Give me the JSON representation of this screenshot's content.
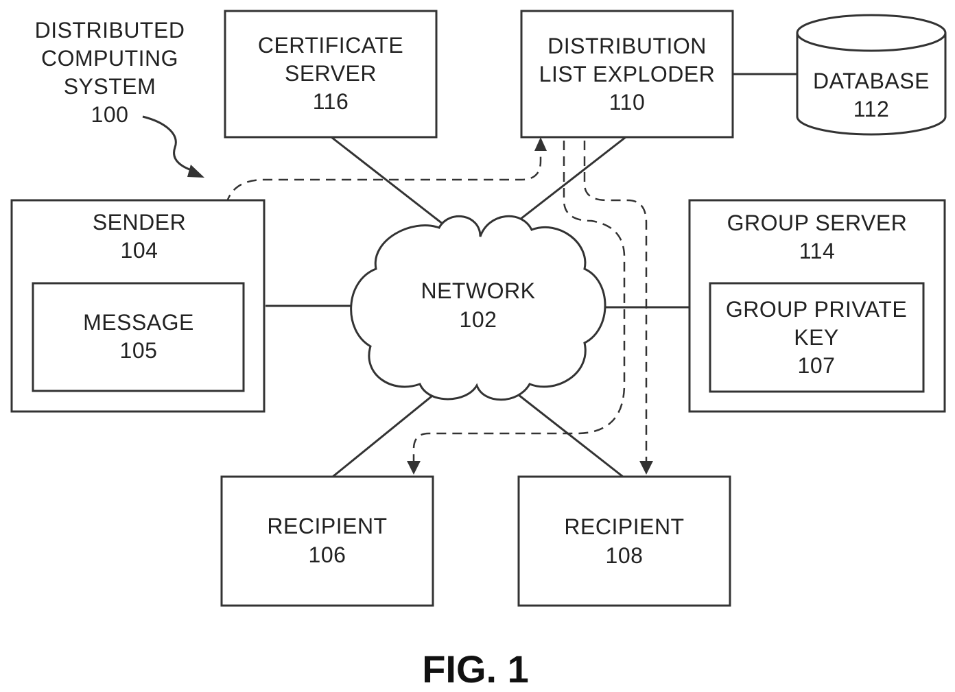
{
  "system_label": {
    "line1": "DISTRIBUTED",
    "line2": "COMPUTING",
    "line3": "SYSTEM",
    "ref": "100"
  },
  "certificate_server": {
    "line1": "CERTIFICATE",
    "line2": "SERVER",
    "ref": "116"
  },
  "distribution_list_exploder": {
    "line1": "DISTRIBUTION",
    "line2": "LIST EXPLODER",
    "ref": "110"
  },
  "database": {
    "line1": "DATABASE",
    "ref": "112"
  },
  "sender": {
    "line1": "SENDER",
    "ref": "104"
  },
  "message": {
    "line1": "MESSAGE",
    "ref": "105"
  },
  "network": {
    "line1": "NETWORK",
    "ref": "102"
  },
  "group_server": {
    "line1": "GROUP SERVER",
    "ref": "114"
  },
  "group_private_key": {
    "line1": "GROUP PRIVATE",
    "line2": "KEY",
    "ref": "107"
  },
  "recipient_106": {
    "line1": "RECIPIENT",
    "ref": "106"
  },
  "recipient_108": {
    "line1": "RECIPIENT",
    "ref": "108"
  },
  "figure_caption": "FIG. 1"
}
